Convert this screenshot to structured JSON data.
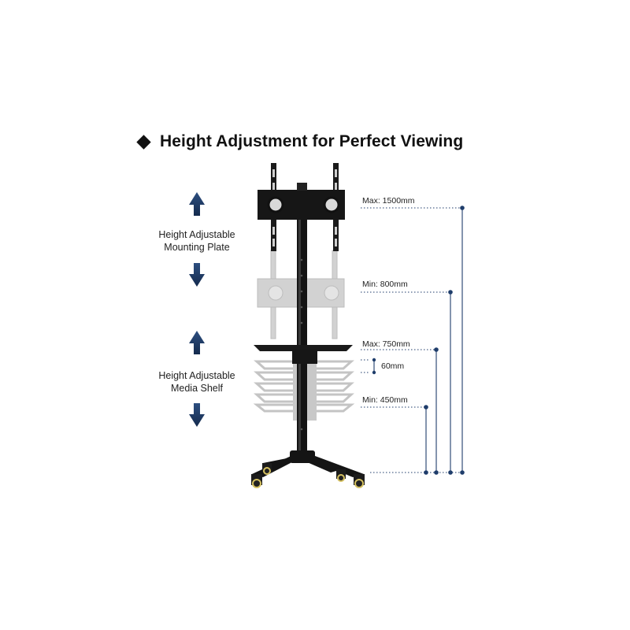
{
  "title": "Height Adjustment for Perfect Viewing",
  "labels": {
    "mounting_plate": [
      "Height Adjustable",
      "Mounting Plate"
    ],
    "media_shelf": [
      "Height Adjustable",
      "Media Shelf"
    ]
  },
  "dimensions": {
    "max_plate": "Max: 1500mm",
    "min_plate": "Min: 800mm",
    "max_shelf": "Max: 750mm",
    "shelf_step": "60mm",
    "min_shelf": "Min: 450mm"
  },
  "colors": {
    "accent": "#1f3d6b",
    "arrow": "#1f3d6b",
    "stand": "#141414",
    "ghost": "#cfcfcf"
  },
  "icons": [
    "diamond-bullet-icon",
    "arrow-up-icon",
    "arrow-down-icon"
  ]
}
